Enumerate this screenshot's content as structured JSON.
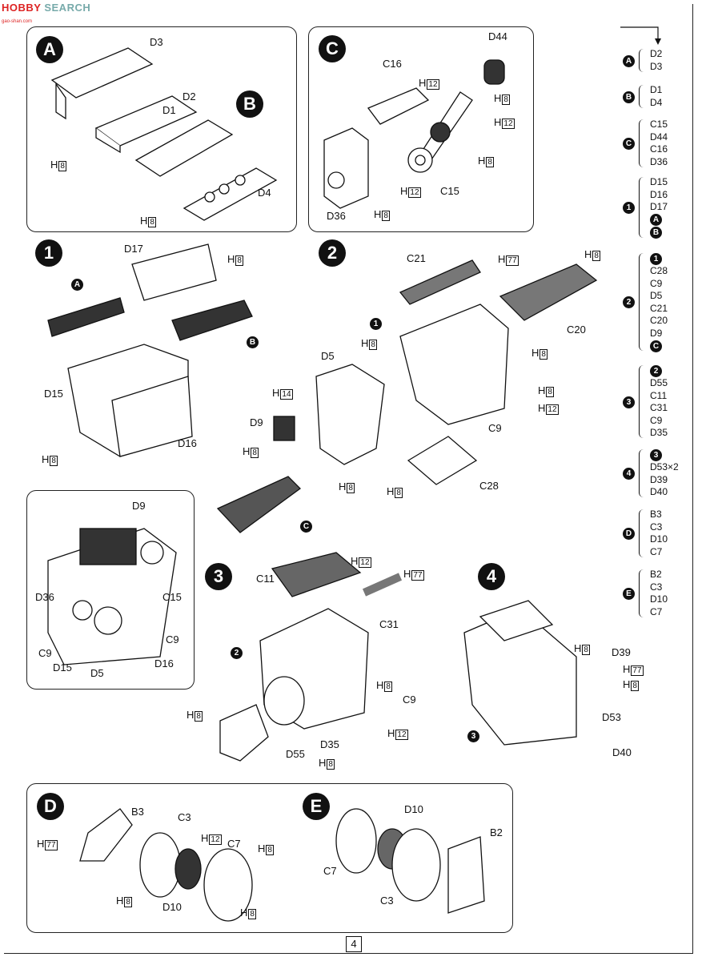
{
  "watermark": {
    "brand": "HOBBY",
    "brand_rest": "SEARCH",
    "site": "gao-shan.com"
  },
  "page_number": "4",
  "sub_a": {
    "badge": "A",
    "labels": {
      "d3": "D3",
      "d2": "D2",
      "h8": "8"
    }
  },
  "sub_b": {
    "badge": "B",
    "labels": {
      "d1": "D1",
      "d4": "D4",
      "h8": "8"
    }
  },
  "sub_c": {
    "badge": "C",
    "labels": {
      "d44": "D44",
      "c16": "C16",
      "c15": "C15",
      "d36": "D36",
      "h12a": "12",
      "h12b": "12",
      "h12c": "12",
      "h8a": "8",
      "h8b": "8",
      "h8c": "8"
    }
  },
  "step1": {
    "badge": "1",
    "labels": {
      "d17": "D17",
      "d15": "D15",
      "d16": "D16",
      "h8a": "8",
      "h8b": "8",
      "ref_a": "A",
      "ref_b": "B"
    }
  },
  "step2": {
    "badge": "2",
    "labels": {
      "c21": "C21",
      "h77": "77",
      "h8a": "8",
      "c20": "C20",
      "h8b": "8",
      "h8c": "8",
      "d5": "D5",
      "h14": "14",
      "d9": "D9",
      "h8d": "8",
      "h8e": "8",
      "h8f": "8",
      "h12": "12",
      "c9": "C9",
      "h8g": "8",
      "c28": "C28",
      "ref1": "1",
      "refc": "C"
    }
  },
  "assembled": {
    "labels": {
      "d9": "D9",
      "d36": "D36",
      "c15": "C15",
      "c9a": "C9",
      "c9b": "C9",
      "d15": "D15",
      "d5": "D5",
      "d16": "D16"
    }
  },
  "step3": {
    "badge": "3",
    "labels": {
      "c11": "C11",
      "h12a": "12",
      "h77": "77",
      "c31": "C31",
      "ref2": "2",
      "h8a": "8",
      "c9": "C9",
      "h12b": "12",
      "h8b": "8",
      "d55": "D55",
      "d35": "D35",
      "h8c": "8"
    }
  },
  "step4": {
    "badge": "4",
    "labels": {
      "h8a": "8",
      "d39": "D39",
      "h77": "77",
      "h8b": "8",
      "d53": "D53",
      "d40": "D40",
      "ref3": "3"
    }
  },
  "sub_d": {
    "badge": "D",
    "labels": {
      "b3": "B3",
      "c3": "C3",
      "h77": "77",
      "h12": "12",
      "c7": "C7",
      "h8a": "8",
      "h8b": "8",
      "h8c": "8",
      "d10": "D10"
    }
  },
  "sub_e": {
    "badge": "E",
    "labels": {
      "d10": "D10",
      "b2": "B2",
      "c7": "C7",
      "c3": "C3"
    }
  },
  "hprefix": "H",
  "legend": [
    {
      "badge": "A",
      "parts": [
        "D2",
        "D3"
      ]
    },
    {
      "badge": "B",
      "parts": [
        "D1",
        "D4"
      ]
    },
    {
      "badge": "C",
      "parts": [
        "C15",
        "D44",
        "C16",
        "D36"
      ]
    },
    {
      "badge": "1",
      "parts": [
        "D15",
        "D16",
        "D17",
        "A",
        "B"
      ]
    },
    {
      "badge": "2",
      "parts": [
        "1",
        "C28",
        "C9",
        "D5",
        "C21",
        "C20",
        "D9",
        "C"
      ]
    },
    {
      "badge": "3",
      "parts": [
        "2",
        "D55",
        "C11",
        "C31",
        "C9",
        "D35"
      ]
    },
    {
      "badge": "4",
      "parts": [
        "3",
        "D53×2",
        "D39",
        "D40"
      ]
    },
    {
      "badge": "D",
      "parts": [
        "B3",
        "C3",
        "D10",
        "C7"
      ]
    },
    {
      "badge": "E",
      "parts": [
        "B2",
        "C3",
        "D10",
        "C7"
      ]
    }
  ]
}
